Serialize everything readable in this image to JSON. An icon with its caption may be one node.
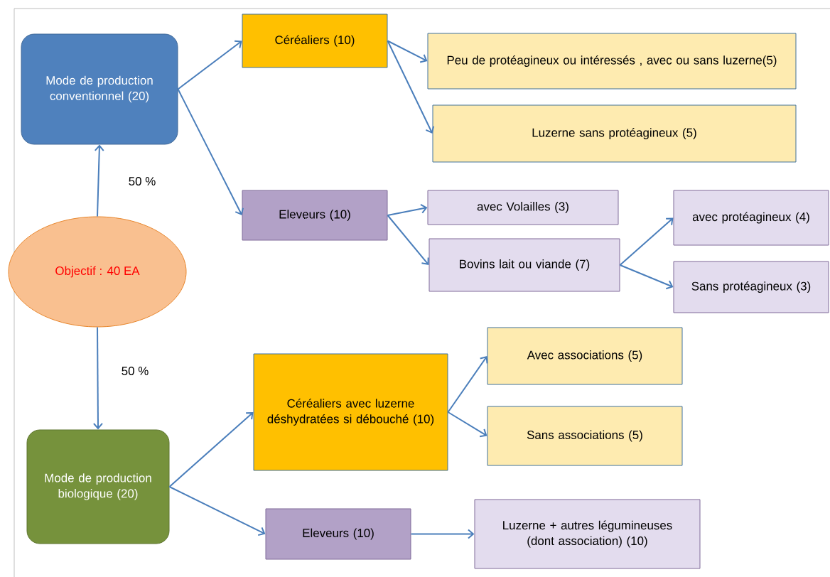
{
  "diagram": {
    "nodes": [
      {
        "text": [
          "Mode de production conventionnel (20)"
        ]
      },
      {
        "text": [
          "Objectif : 40 EA"
        ]
      },
      {
        "text": [
          "Mode de production biologique (20)"
        ]
      },
      {
        "text": [
          "Céréaliers (10)"
        ]
      },
      {
        "text": [
          "Peu de protéagineux ou intéressés , avec ou sans luzerne(5)"
        ]
      },
      {
        "text": [
          "Luzerne sans protéagineux  (5)"
        ]
      },
      {
        "text": [
          "Eleveurs (10)"
        ]
      },
      {
        "text": [
          "avec Volailles (3)"
        ]
      },
      {
        "text": [
          "Bovins lait ou viande (7)"
        ]
      },
      {
        "text": [
          "avec protéagineux (4)"
        ]
      },
      {
        "text": [
          "Sans protéagineux (3)"
        ]
      },
      {
        "text": [
          "Céréaliers avec luzerne déshydratées  si débouché (10)"
        ]
      },
      {
        "text": [
          "Avec associations (5)"
        ]
      },
      {
        "text": [
          "Sans associations (5)"
        ]
      },
      {
        "text": [
          "Eleveurs (10)"
        ]
      },
      {
        "text": [
          "Luzerne + autres légumineuses  (dont association) (10)"
        ]
      }
    ],
    "edges": [
      {
        "from": 1,
        "to": 0,
        "arrow": "to",
        "label": "50 %"
      },
      {
        "from": 1,
        "to": 2,
        "arrow": "to",
        "label": "50 %"
      },
      {
        "from": 0,
        "to": 3,
        "arrow": "to"
      },
      {
        "from": 0,
        "to": 6,
        "arrow": "to"
      },
      {
        "from": 3,
        "to": 4,
        "arrow": "to"
      },
      {
        "from": 3,
        "to": 5,
        "arrow": "to"
      },
      {
        "from": 6,
        "to": 7,
        "arrow": "to"
      },
      {
        "from": 6,
        "to": 8,
        "arrow": "to"
      },
      {
        "from": 8,
        "to": 9,
        "arrow": "to"
      },
      {
        "from": 8,
        "to": 10,
        "arrow": "to"
      },
      {
        "from": 2,
        "to": 11,
        "arrow": "to"
      },
      {
        "from": 2,
        "to": 14,
        "arrow": "to"
      },
      {
        "from": 11,
        "to": 12,
        "arrow": "to"
      },
      {
        "from": 11,
        "to": 13,
        "arrow": "to"
      },
      {
        "from": 14,
        "to": 15,
        "arrow": "to"
      }
    ]
  }
}
